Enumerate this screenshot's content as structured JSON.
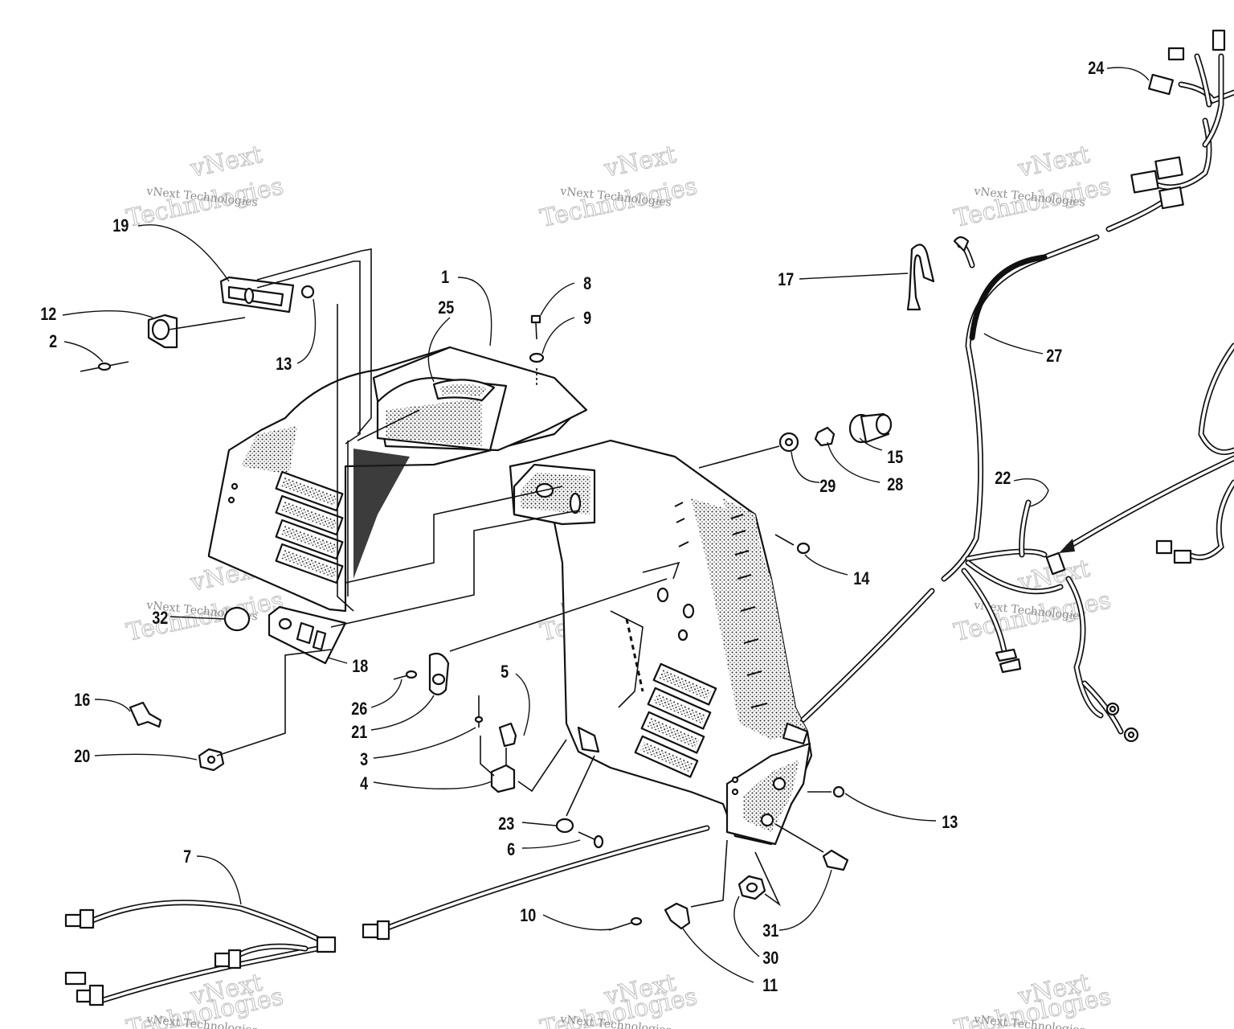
{
  "diagram": {
    "callouts": [
      {
        "id": "c1",
        "text": "1"
      },
      {
        "id": "c2",
        "text": "2"
      },
      {
        "id": "c3",
        "text": "3"
      },
      {
        "id": "c4",
        "text": "4"
      },
      {
        "id": "c5",
        "text": "5"
      },
      {
        "id": "c6",
        "text": "6"
      },
      {
        "id": "c7",
        "text": "7"
      },
      {
        "id": "c8",
        "text": "8"
      },
      {
        "id": "c9",
        "text": "9"
      },
      {
        "id": "c10",
        "text": "10"
      },
      {
        "id": "c11",
        "text": "11"
      },
      {
        "id": "c12",
        "text": "12"
      },
      {
        "id": "c13a",
        "text": "13"
      },
      {
        "id": "c13b",
        "text": "13"
      },
      {
        "id": "c14",
        "text": "14"
      },
      {
        "id": "c15",
        "text": "15"
      },
      {
        "id": "c16",
        "text": "16"
      },
      {
        "id": "c17",
        "text": "17"
      },
      {
        "id": "c18",
        "text": "18"
      },
      {
        "id": "c19",
        "text": "19"
      },
      {
        "id": "c20",
        "text": "20"
      },
      {
        "id": "c21",
        "text": "21"
      },
      {
        "id": "c22",
        "text": "22"
      },
      {
        "id": "c23",
        "text": "23"
      },
      {
        "id": "c24",
        "text": "24"
      },
      {
        "id": "c25",
        "text": "25"
      },
      {
        "id": "c26",
        "text": "26"
      },
      {
        "id": "c27",
        "text": "27"
      },
      {
        "id": "c28",
        "text": "28"
      },
      {
        "id": "c29",
        "text": "29"
      },
      {
        "id": "c30",
        "text": "30"
      },
      {
        "id": "c31",
        "text": "31"
      },
      {
        "id": "c32",
        "text": "32"
      }
    ],
    "watermark": {
      "line": "vNext Technologies",
      "word1": "vNext",
      "word2": "Technologies"
    },
    "colors": {
      "ink": "#111111",
      "paper": "#ffffff",
      "watermark": "#8c8c8c"
    }
  }
}
